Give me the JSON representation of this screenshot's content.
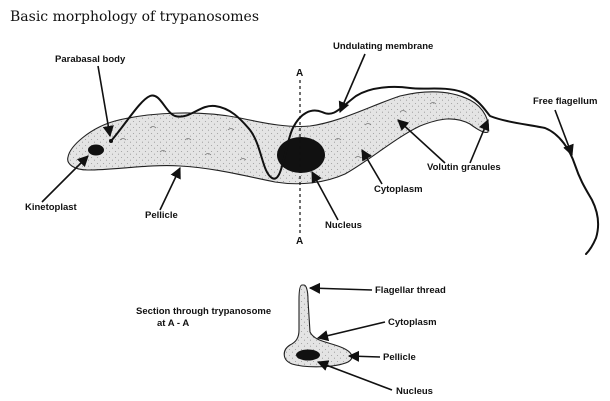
{
  "title": "Basic morphology of trypanosomes",
  "labels": {
    "parabasal_body": "Parabasal body",
    "undulating_membrane": "Undulating membrane",
    "free_flagellum": "Free flagellum",
    "volutin_granules": "Volutin granules",
    "cytoplasm": "Cytoplasm",
    "nucleus": "Nucleus",
    "pellicle": "Pellicle",
    "kinetoplast": "Kinetoplast",
    "section_axis_top": "A",
    "section_axis_bottom": "A"
  },
  "section": {
    "caption_line1": "Section through trypanosome",
    "caption_line2": "at A - A",
    "flagellar_thread": "Flagellar thread",
    "cytoplasm": "Cytoplasm",
    "pellicle": "Pellicle",
    "nucleus": "Nucleus"
  }
}
